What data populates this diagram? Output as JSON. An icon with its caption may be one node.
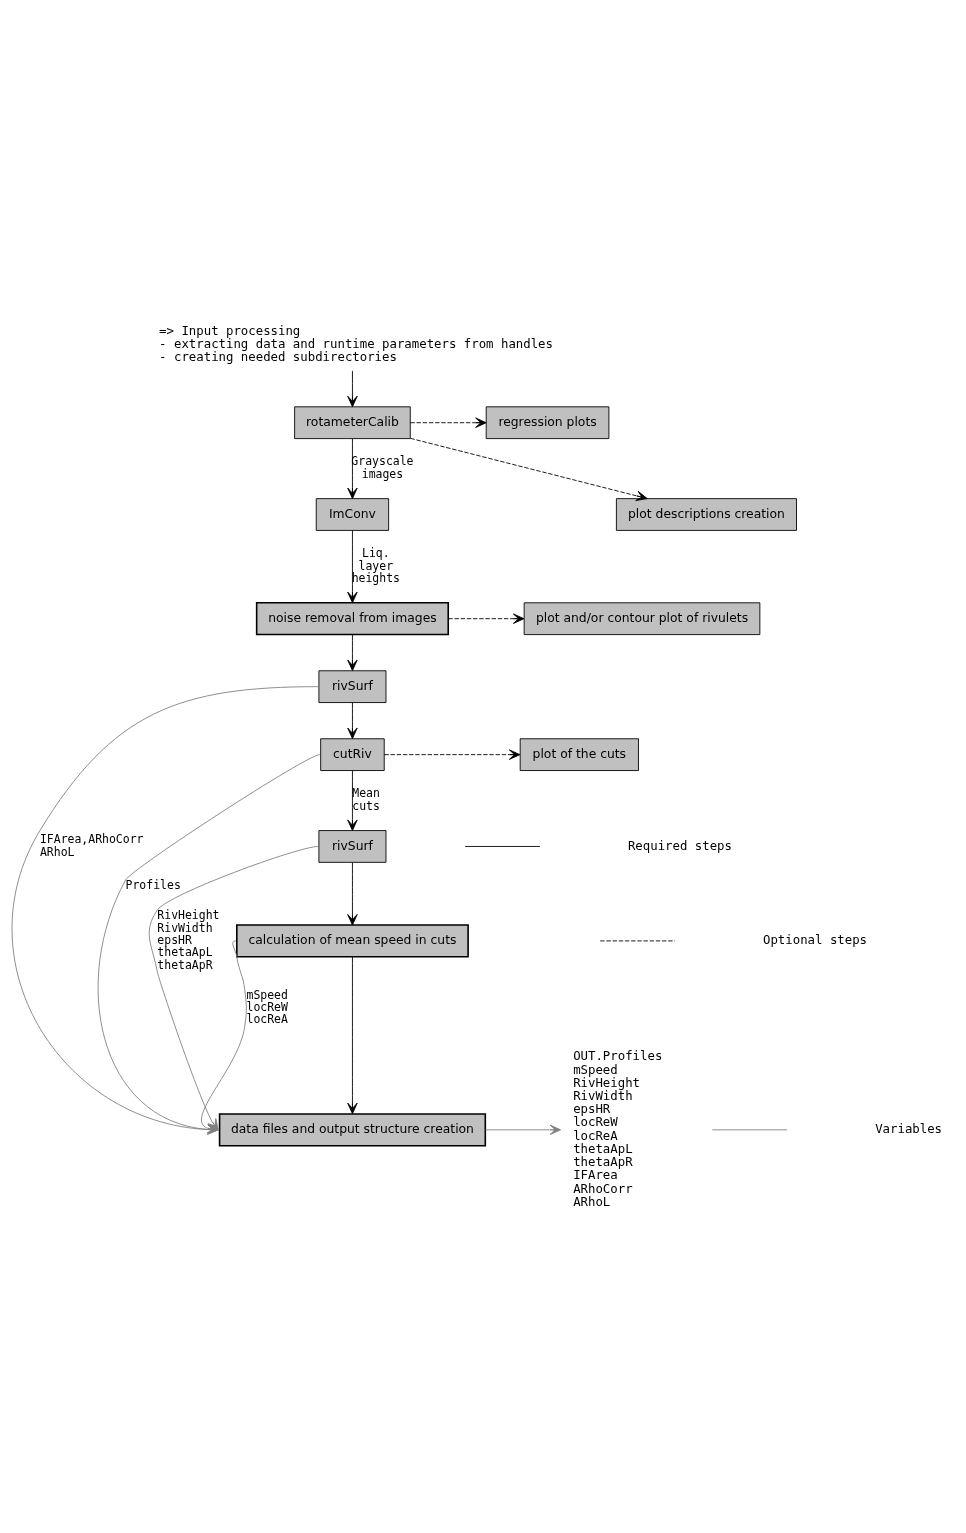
{
  "diagram": {
    "nodes": [
      {
        "text": [
          "=> Input processing",
          "- extracting data and runtime parameters from handles",
          "- creating needed subdirectories"
        ]
      },
      {
        "text": [
          "rotameterCalib"
        ]
      },
      {
        "text": [
          "regression plots"
        ]
      },
      {
        "text": [
          "plot descriptions creation"
        ]
      },
      {
        "text": [
          "ImConv"
        ]
      },
      {
        "text": [
          "noise removal from images"
        ]
      },
      {
        "text": [
          "plot and/or contour plot of rivulets"
        ]
      },
      {
        "text": [
          "rivSurf"
        ]
      },
      {
        "text": [
          "cutRiv"
        ]
      },
      {
        "text": [
          "plot of the cuts"
        ]
      },
      {
        "text": [
          "rivSurf"
        ]
      },
      {
        "text": [
          "calculation of mean speed in cuts"
        ]
      },
      {
        "text": [
          "data files and output structure creation"
        ]
      },
      {
        "text": [
          "OUT.Profiles",
          "mSpeed",
          "RivHeight",
          "RivWidth",
          "epsHR",
          "locReW",
          "locReA",
          "thetaApL",
          "thetaApR",
          "IFArea",
          "ARhoCorr",
          "ARhoL"
        ]
      }
    ],
    "edges": [
      {
        "from": 0,
        "to": 1,
        "arrow": "to"
      },
      {
        "from": 1,
        "to": 2,
        "arrow": "to",
        "style": "dashed"
      },
      {
        "from": 1,
        "to": 4,
        "arrow": "to",
        "label": "Grayscale images"
      },
      {
        "from": 1,
        "to": 3,
        "arrow": "to",
        "style": "dashed"
      },
      {
        "from": 4,
        "to": 5,
        "arrow": "to",
        "label": "Liq. layer heights"
      },
      {
        "from": 5,
        "to": 6,
        "arrow": "to",
        "style": "dashed"
      },
      {
        "from": 5,
        "to": 7,
        "arrow": "to"
      },
      {
        "from": 7,
        "to": 12,
        "arrow": "to",
        "label": "IFArea,ARhoCorr ARhoL",
        "color": "#808080"
      },
      {
        "from": 7,
        "to": 8,
        "arrow": "to"
      },
      {
        "from": 8,
        "to": 12,
        "arrow": "to",
        "label": "Profiles",
        "color": "#808080"
      },
      {
        "from": 8,
        "to": 9,
        "arrow": "to",
        "style": "dashed"
      },
      {
        "from": 8,
        "to": 10,
        "arrow": "to",
        "label": "Mean cuts"
      },
      {
        "from": 10,
        "to": 12,
        "arrow": "to",
        "label": "RivHeight RivWidth epsHR thetaApL thetaApR",
        "color": "#808080"
      },
      {
        "from": 10,
        "to": 11,
        "arrow": "to"
      },
      {
        "from": 11,
        "to": 12,
        "arrow": "to",
        "label": "mSpeed locReW locReA",
        "color": "#808080"
      },
      {
        "from": 11,
        "to": 12,
        "arrow": "to"
      },
      {
        "from": 12,
        "to": 13,
        "arrow": "to",
        "color": "#808080"
      }
    ],
    "legend": [
      {
        "text": "Required steps"
      },
      {
        "text": "Optional steps"
      },
      {
        "text": "Variables"
      }
    ]
  }
}
